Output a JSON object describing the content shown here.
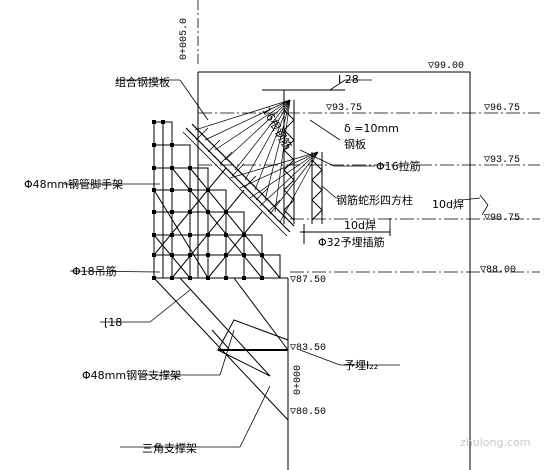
{
  "station_top": "0+005.0",
  "station_bottom": "0+000",
  "elevations": {
    "top": "▽99.00",
    "right_1": "▽96.75",
    "inner_1": "▽93.75",
    "right_2": "▽93.75",
    "right_3": "▽90.75",
    "right_4": "▽88.00",
    "left_1": "▽87.50",
    "left_2": "▽83.50",
    "left_3": "▽80.50"
  },
  "labels": {
    "beam": "I 28",
    "formwork": "组合钢摸板",
    "steel_plate": "钢板",
    "plate_thickness": "δ =10mm",
    "tie_bar": "Φ16拉筋",
    "square_column": "钢筋蛇形四方柱",
    "weld_a": "10d焊",
    "weld_b": "10d焊",
    "embedded_bar": "Φ32予埋插筋",
    "scaffold": "Φ48mm钢管脚手架",
    "hanging_bar": "Φ18吊筋",
    "channel": "[18",
    "support_frame": "Φ48mm钢管支撑架",
    "embedded_i": "予埋I₂₂",
    "triangle_frame": "三角支撑架",
    "dim_diag": "16根钢筋"
  },
  "watermark": "zhulong.com"
}
